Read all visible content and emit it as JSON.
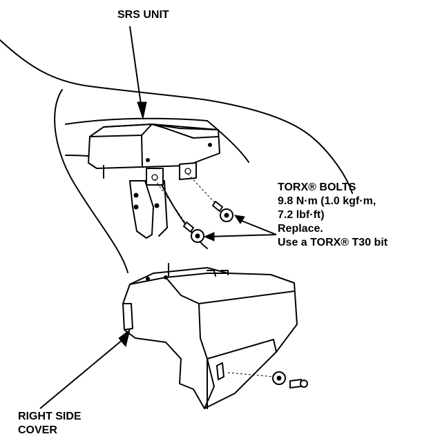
{
  "labels": {
    "srs_unit": "SRS UNIT",
    "torx_bolts": {
      "title": "TORX® BOLTS",
      "torque": "9.8 N·m (1.0 kgf·m,",
      "torque_imperial": "7.2 lbf·ft)",
      "note": "Replace.",
      "bit": "Use a TORX® T30 bit"
    },
    "right_side_cover": {
      "line1": "RIGHT SIDE",
      "line2": "COVER"
    }
  },
  "colors": {
    "ink": "#000000",
    "paper": "#ffffff"
  }
}
